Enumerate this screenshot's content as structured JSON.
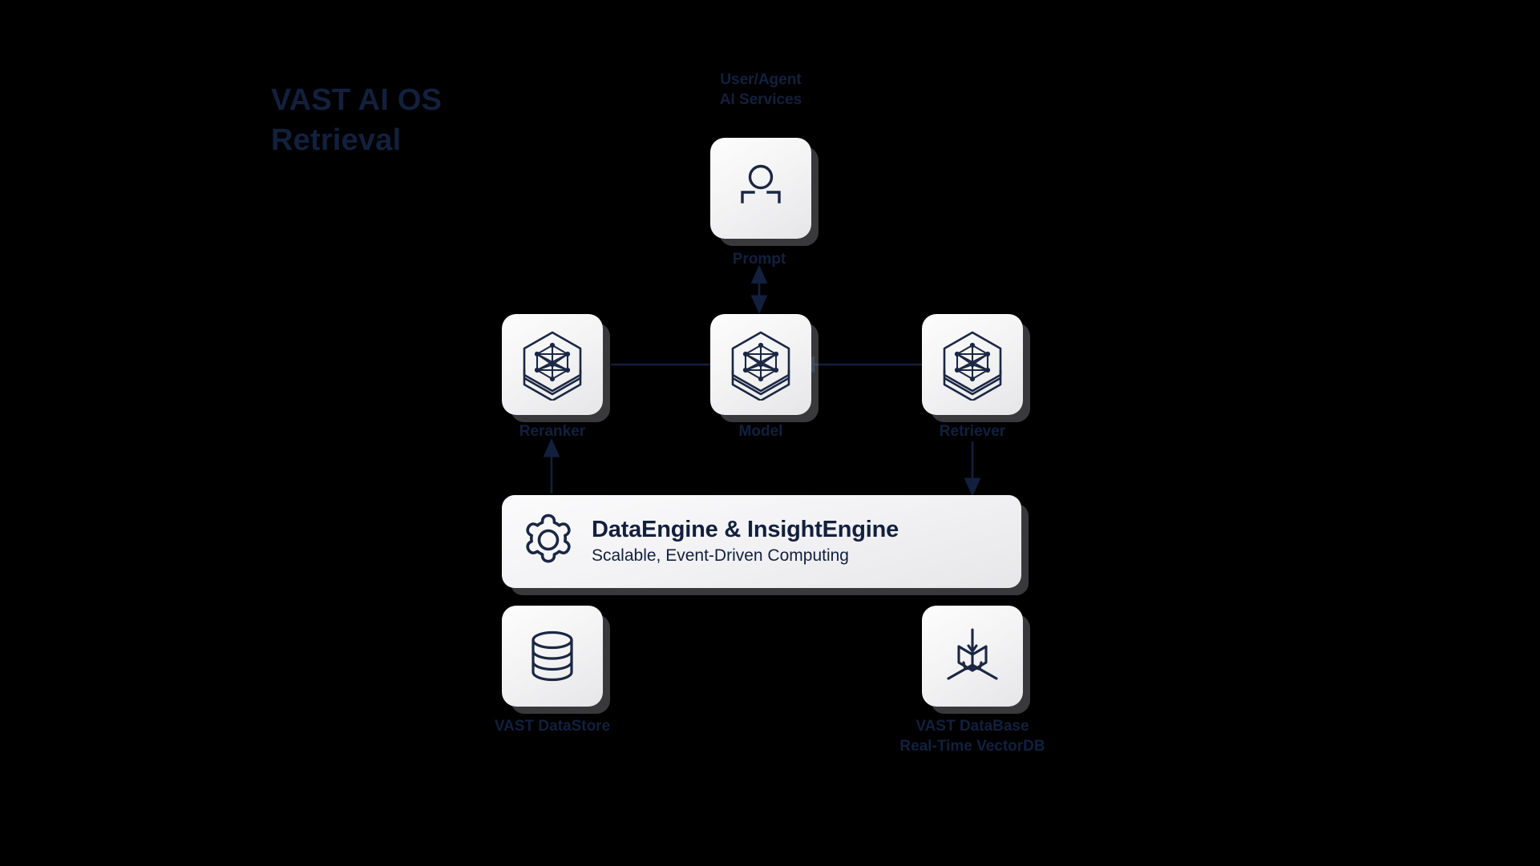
{
  "title": {
    "line1": "VAST AI OS",
    "line2": "Retrieval"
  },
  "colors": {
    "accent_navy": "#12203d",
    "icon_stroke": "#1b2743",
    "box_fill_light": "#fdfdfd",
    "box_fill_dark": "#e6e6e8",
    "background": "#000000",
    "shadow": "#96969b"
  },
  "nodes": {
    "user_agent": {
      "caption": "User/Agent\nAI Services",
      "icon": "person-icon"
    },
    "reranker": {
      "caption": "Reranker",
      "icon": "hexagon-network-icon"
    },
    "model": {
      "caption": "Model",
      "icon": "hexagon-network-icon"
    },
    "retriever": {
      "caption": "Retriever",
      "icon": "hexagon-network-icon"
    },
    "datastore": {
      "caption": "VAST DataStore",
      "icon": "database-cylinder-icon"
    },
    "database": {
      "caption": "VAST DataBase\nReal-Time VectorDB",
      "icon": "cube-vector-icon"
    }
  },
  "engine": {
    "icon": "gear-icon",
    "title": "DataEngine & InsightEngine",
    "subtitle": "Scalable, Event-Driven Computing"
  },
  "connectors": [
    {
      "name": "prompt",
      "label": "Prompt",
      "from": "user_agent",
      "to": "model",
      "direction": "bidirectional"
    },
    {
      "name": "reranker-to-model",
      "label": "",
      "from": "reranker",
      "to": "model",
      "direction": "forward"
    },
    {
      "name": "model-to-retriever",
      "label": "",
      "from": "model",
      "to": "retriever",
      "direction": "bidirectional"
    },
    {
      "name": "engine-to-reranker",
      "label": "",
      "from": "engine",
      "to": "reranker",
      "direction": "forward"
    },
    {
      "name": "retriever-to-engine",
      "label": "",
      "from": "retriever",
      "to": "engine",
      "direction": "forward"
    }
  ]
}
